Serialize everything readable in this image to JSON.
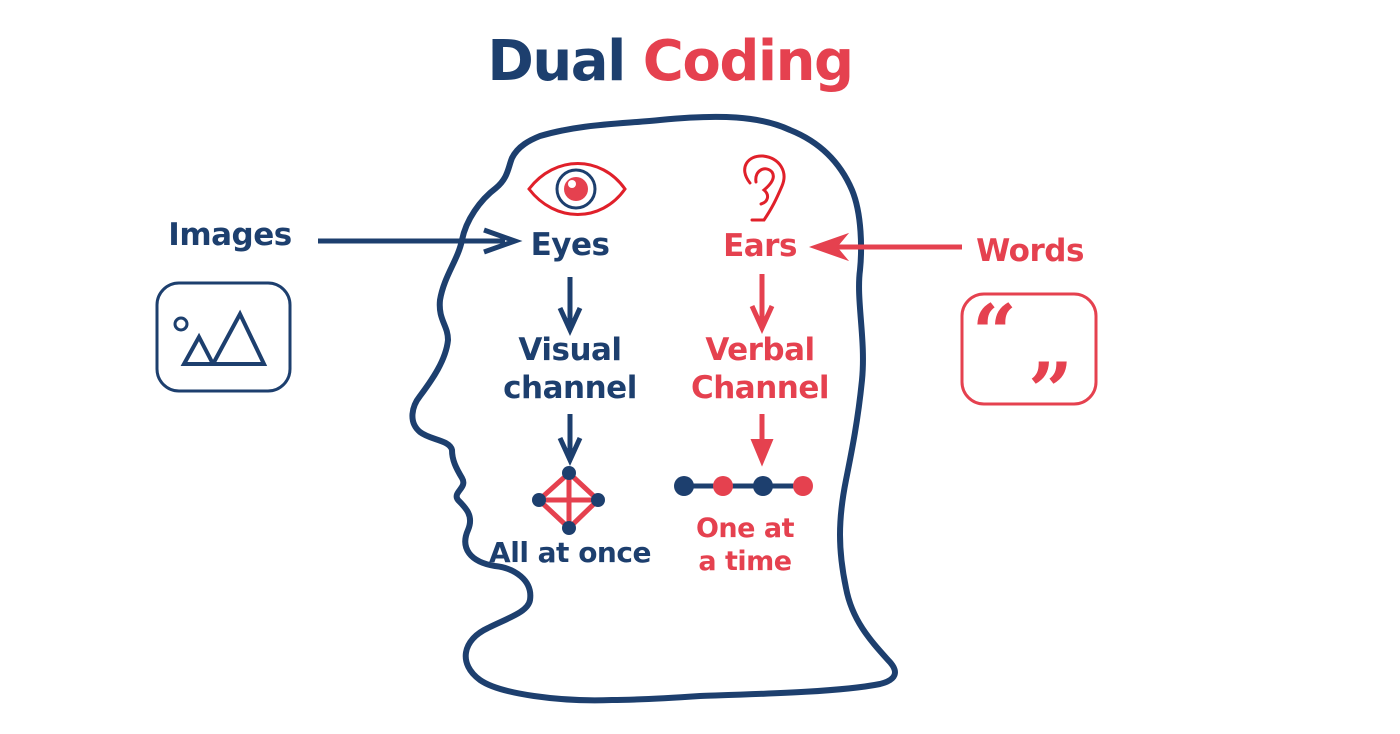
{
  "title": {
    "part1": "Dual",
    "part2": "Coding"
  },
  "colors": {
    "visual": "#1d3f6e",
    "verbal": "#e5414f",
    "eye_outline": "#e0202a"
  },
  "left_input": {
    "label": "Images",
    "icon": "image-icon"
  },
  "right_input": {
    "label": "Words",
    "icon": "quote-icon"
  },
  "visual": {
    "sense_icon": "eye-icon",
    "sense": "Eyes",
    "channel_line1": "Visual",
    "channel_line2": "channel",
    "mode_icon": "network-diamond-icon",
    "mode": "All at once"
  },
  "verbal": {
    "sense_icon": "ear-icon",
    "sense": "Ears",
    "channel_line1": "Verbal",
    "channel_line2": "Channel",
    "mode_icon": "sequence-line-icon",
    "mode_line1": "One at",
    "mode_line2": "a time"
  }
}
